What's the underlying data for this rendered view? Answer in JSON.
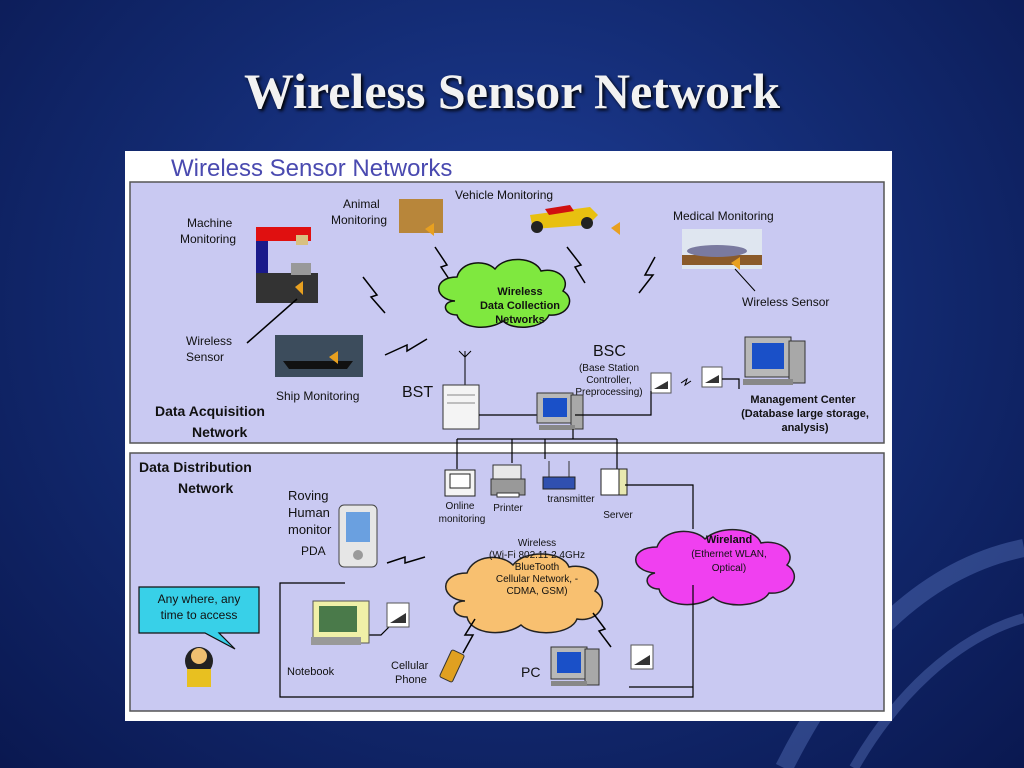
{
  "slide": {
    "title": "Wireless Sensor Network"
  },
  "diagram": {
    "heading": "Wireless Sensor Networks",
    "acquisition": {
      "label_1": "Data Acquisition",
      "label_2": "Network",
      "machine_1": "Machine",
      "machine_2": "Monitoring",
      "animal_1": "Animal",
      "animal_2": "Monitoring",
      "vehicle": "Vehicle Monitoring",
      "medical": "Medical Monitoring",
      "wireless_sensor_right": "Wireless Sensor",
      "wireless_sensor_left_1": "Wireless",
      "wireless_sensor_left_2": "Sensor",
      "ship": "Ship Monitoring",
      "cloud_1": "Wireless",
      "cloud_2": "Data Collection",
      "cloud_3": "Networks",
      "bst": "BST",
      "bsc": "BSC",
      "bsc_desc_1": "(Base Station",
      "bsc_desc_2": "Controller,",
      "bsc_desc_3": "Preprocessing)",
      "mgmt_1": "Management Center",
      "mgmt_2": "(Database large storage,",
      "mgmt_3": "analysis)"
    },
    "distribution": {
      "label_1": "Data Distribution",
      "label_2": "Network",
      "online_1": "Online",
      "online_2": "monitoring",
      "printer": "Printer",
      "transmitter": "transmitter",
      "server": "Server",
      "roving_1": "Roving",
      "roving_2": "Human",
      "roving_3": "monitor",
      "pda": "PDA",
      "wireless_cloud_1": "Wireless",
      "wireless_cloud_2": "(Wi-Fi 802.11 2.4GHz",
      "wireless_cloud_3": "BlueTooth",
      "wireless_cloud_4": "Cellular Network, -",
      "wireless_cloud_5": "CDMA, GSM)",
      "wireland_1": "Wireland",
      "wireland_2": "(Ethernet WLAN,",
      "wireland_3": "Optical)",
      "callout_1": "Any where, any",
      "callout_2": "time to access",
      "notebook": "Notebook",
      "cellular_1": "Cellular",
      "cellular_2": "Phone",
      "pc": "PC"
    }
  }
}
